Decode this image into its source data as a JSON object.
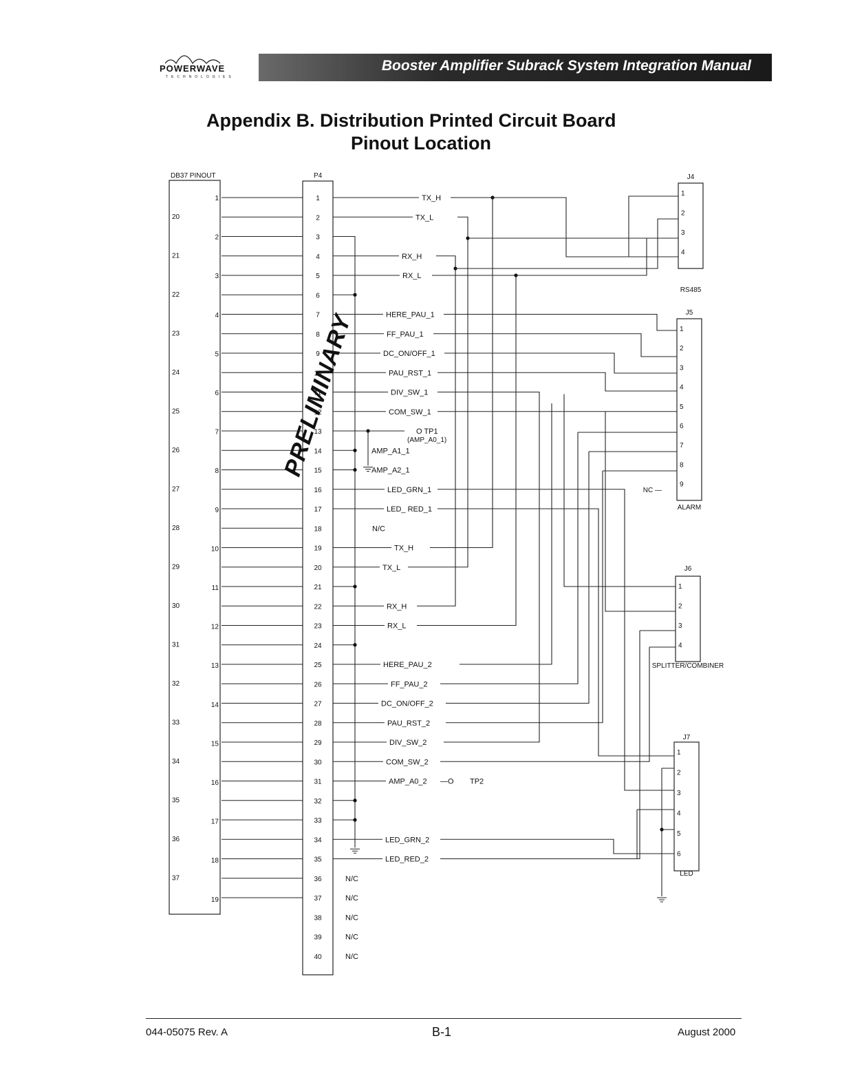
{
  "header": {
    "logo_text": "POWERWAVE",
    "logo_subtext": "TECHNOLOGIES",
    "manual_title": "Booster Amplifier Subrack System Integration Manual"
  },
  "page_title": {
    "line1": "Appendix B.  Distribution Printed Circuit Board",
    "line2": "Pinout Location"
  },
  "stamp_text": "PRELIMINARY",
  "diagram": {
    "db37_label": "DB37 PINOUT",
    "db37_left_pins": [
      "20",
      "21",
      "22",
      "23",
      "24",
      "25",
      "26",
      "27",
      "28",
      "29",
      "30",
      "31",
      "32",
      "33",
      "34",
      "35",
      "36",
      "37"
    ],
    "db37_right_pins": [
      "1",
      "2",
      "3",
      "4",
      "5",
      "6",
      "7",
      "8",
      "9",
      "10",
      "11",
      "12",
      "13",
      "14",
      "15",
      "16",
      "17",
      "18",
      "19"
    ],
    "p4_label": "P4",
    "p4_pins": [
      "1",
      "2",
      "3",
      "4",
      "5",
      "6",
      "7",
      "8",
      "9",
      "10",
      "11",
      "12",
      "13",
      "14",
      "15",
      "16",
      "17",
      "18",
      "19",
      "20",
      "21",
      "22",
      "23",
      "24",
      "25",
      "26",
      "27",
      "28",
      "29",
      "30",
      "31",
      "32",
      "33",
      "34",
      "35",
      "36",
      "37",
      "38",
      "39",
      "40"
    ],
    "signals": [
      {
        "pin": 1,
        "name": "TX_H"
      },
      {
        "pin": 2,
        "name": "TX_L"
      },
      {
        "pin": 4,
        "name": "RX_H"
      },
      {
        "pin": 5,
        "name": "RX_L"
      },
      {
        "pin": 7,
        "name": "HERE_PAU_1"
      },
      {
        "pin": 8,
        "name": "FF_PAU_1"
      },
      {
        "pin": 9,
        "name": "DC_ON/OFF_1"
      },
      {
        "pin": 10,
        "name": "PAU_RST_1"
      },
      {
        "pin": 11,
        "name": "DIV_SW_1"
      },
      {
        "pin": 12,
        "name": "COM_SW_1"
      },
      {
        "pin": 13,
        "name": "TP1"
      },
      {
        "pin": 14,
        "name": "AMP_A1_1"
      },
      {
        "pin": 15,
        "name": "AMP_A2_1"
      },
      {
        "pin": 16,
        "name": "LED_GRN_1"
      },
      {
        "pin": 17,
        "name": "LED_ RED_1"
      },
      {
        "pin": 18,
        "name": "N/C"
      },
      {
        "pin": 19,
        "name": "TX_H"
      },
      {
        "pin": 20,
        "name": "TX_L"
      },
      {
        "pin": 22,
        "name": "RX_H"
      },
      {
        "pin": 23,
        "name": "RX_L"
      },
      {
        "pin": 25,
        "name": "HERE_PAU_2"
      },
      {
        "pin": 26,
        "name": "FF_PAU_2"
      },
      {
        "pin": 27,
        "name": "DC_ON/OFF_2"
      },
      {
        "pin": 28,
        "name": "PAU_RST_2"
      },
      {
        "pin": 29,
        "name": "DIV_SW_2"
      },
      {
        "pin": 30,
        "name": "COM_SW_2"
      },
      {
        "pin": 31,
        "name": "AMP_A0_2"
      },
      {
        "pin": 34,
        "name": "LED_GRN_2"
      },
      {
        "pin": 35,
        "name": "LED_RED_2"
      },
      {
        "pin": 36,
        "name": "N/C"
      },
      {
        "pin": 37,
        "name": "N/C"
      },
      {
        "pin": 38,
        "name": "N/C"
      },
      {
        "pin": 39,
        "name": "N/C"
      },
      {
        "pin": 40,
        "name": "N/C"
      }
    ],
    "tp1_note": "(AMP_A0_1)",
    "tp2_label": "TP2",
    "connectors": [
      {
        "id": "J4",
        "pins": [
          "1",
          "2",
          "3",
          "4"
        ],
        "caption": "RS485"
      },
      {
        "id": "J5",
        "pins": [
          "1",
          "2",
          "3",
          "4",
          "5",
          "6",
          "7",
          "8",
          "9"
        ],
        "caption": "ALARM",
        "nc_label": "NC"
      },
      {
        "id": "J6",
        "pins": [
          "1",
          "2",
          "3",
          "4"
        ],
        "caption": "SPLITTER/COMBINER"
      },
      {
        "id": "J7",
        "pins": [
          "1",
          "2",
          "3",
          "4",
          "5",
          "6"
        ],
        "caption": "LED"
      }
    ]
  },
  "footer": {
    "doc_number": "044-05075  Rev. A",
    "page": "B-1",
    "date": "August 2000"
  }
}
